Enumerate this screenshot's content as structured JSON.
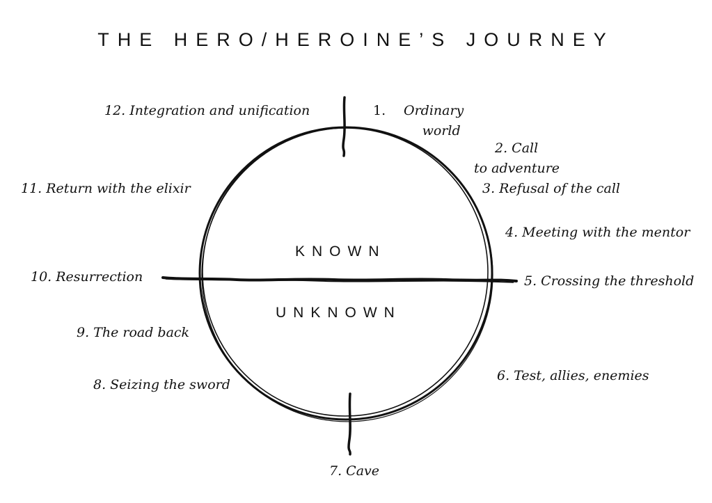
{
  "title": "THE HERO/HEROINE’S JOURNEY",
  "regions": {
    "top": "KNOWN",
    "bottom": "UNKNOWN"
  },
  "stages": [
    {
      "number": "1.",
      "label": "Ordinary",
      "label2": "world"
    },
    {
      "label": "2. Call",
      "label2": "to adventure"
    },
    {
      "label": "3. Refusal of the call"
    },
    {
      "label": "4. Meeting with the mentor"
    },
    {
      "label": "5. Crossing the threshold"
    },
    {
      "label": "6. Test, allies, enemies"
    },
    {
      "label": "7. Cave"
    },
    {
      "label": "8. Seizing the sword"
    },
    {
      "label": "9. The road back"
    },
    {
      "label": "10. Resurrection"
    },
    {
      "label": "11. Return with the elixir"
    },
    {
      "label": "12. Integration and unification"
    }
  ]
}
